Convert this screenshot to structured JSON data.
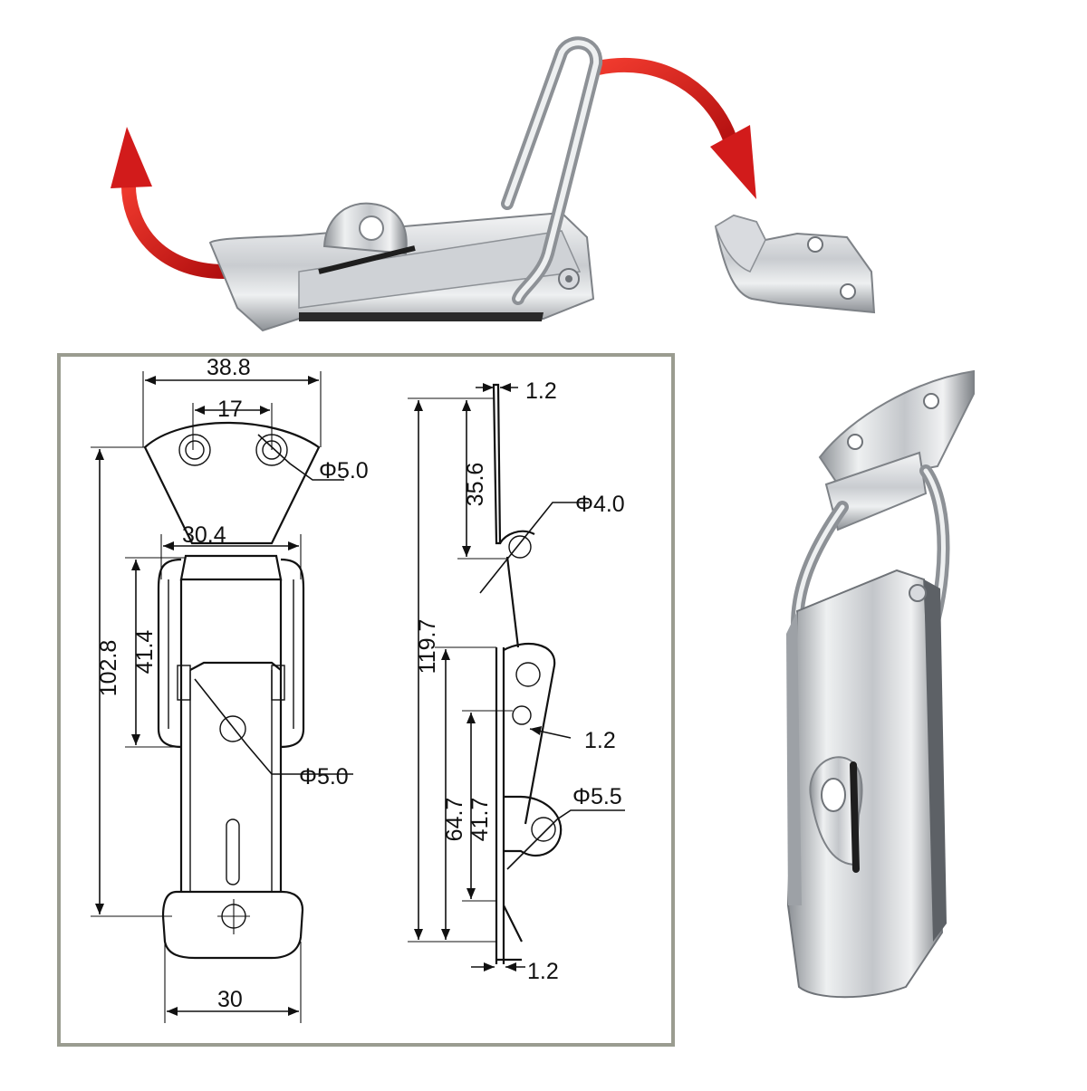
{
  "drawing": {
    "front_view": {
      "top_width": "38.8",
      "hole_spacing": "17",
      "top_hole_diameter": "Φ5.0",
      "loop_width": "30.4",
      "loop_height": "41.4",
      "overall_length": "102.8",
      "mid_hole_diameter": "Φ5.0",
      "bottom_width": "30"
    },
    "side_view": {
      "top_thickness": "1.2",
      "upper_length": "35.6",
      "pin_hole_diameter": "Φ4.0",
      "total_length": "119.7",
      "thickness_mid": "1.2",
      "body_length": "64.7",
      "lower_length": "41.7",
      "side_hole_diameter": "Φ5.5",
      "bottom_thickness": "1.2"
    }
  },
  "colors": {
    "steel_light": "#e8e9eb",
    "steel_mid": "#b9bcc1",
    "steel_dark": "#6f7378",
    "arrow_red": "#d21b1b",
    "frame_border": "#9a9c90"
  },
  "icons": {
    "open_arrow": "curved-arrow-up-icon",
    "close_arrow": "curved-arrow-down-icon"
  }
}
